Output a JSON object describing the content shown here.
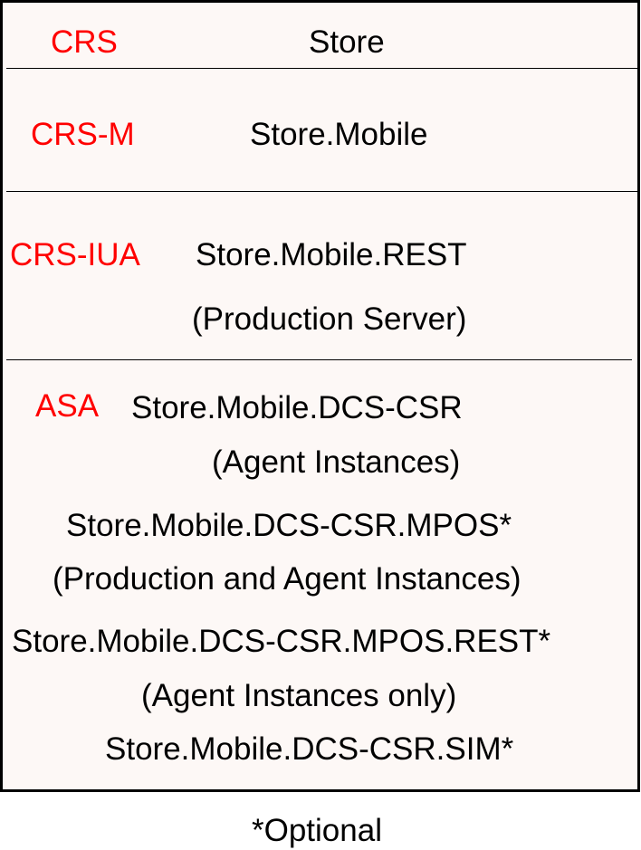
{
  "colors": {
    "tier_label": "#ff0000",
    "text": "#000000",
    "panel_background": "#fdf8f6"
  },
  "tiers": [
    {
      "label": "CRS",
      "lines": [
        "Store"
      ]
    },
    {
      "label": "CRS-M",
      "lines": [
        "Store.Mobile"
      ]
    },
    {
      "label": "CRS-IUA",
      "lines": [
        "Store.Mobile.REST",
        "(Production Server)"
      ]
    },
    {
      "label": "ASA",
      "lines": [
        "Store.Mobile.DCS-CSR",
        "(Agent Instances)",
        "Store.Mobile.DCS-CSR.MPOS*",
        "(Production and Agent Instances)",
        "Store.Mobile.DCS-CSR.MPOS.REST*",
        "(Agent Instances only)",
        "Store.Mobile.DCS-CSR.SIM*"
      ]
    }
  ],
  "footnote": "*Optional"
}
